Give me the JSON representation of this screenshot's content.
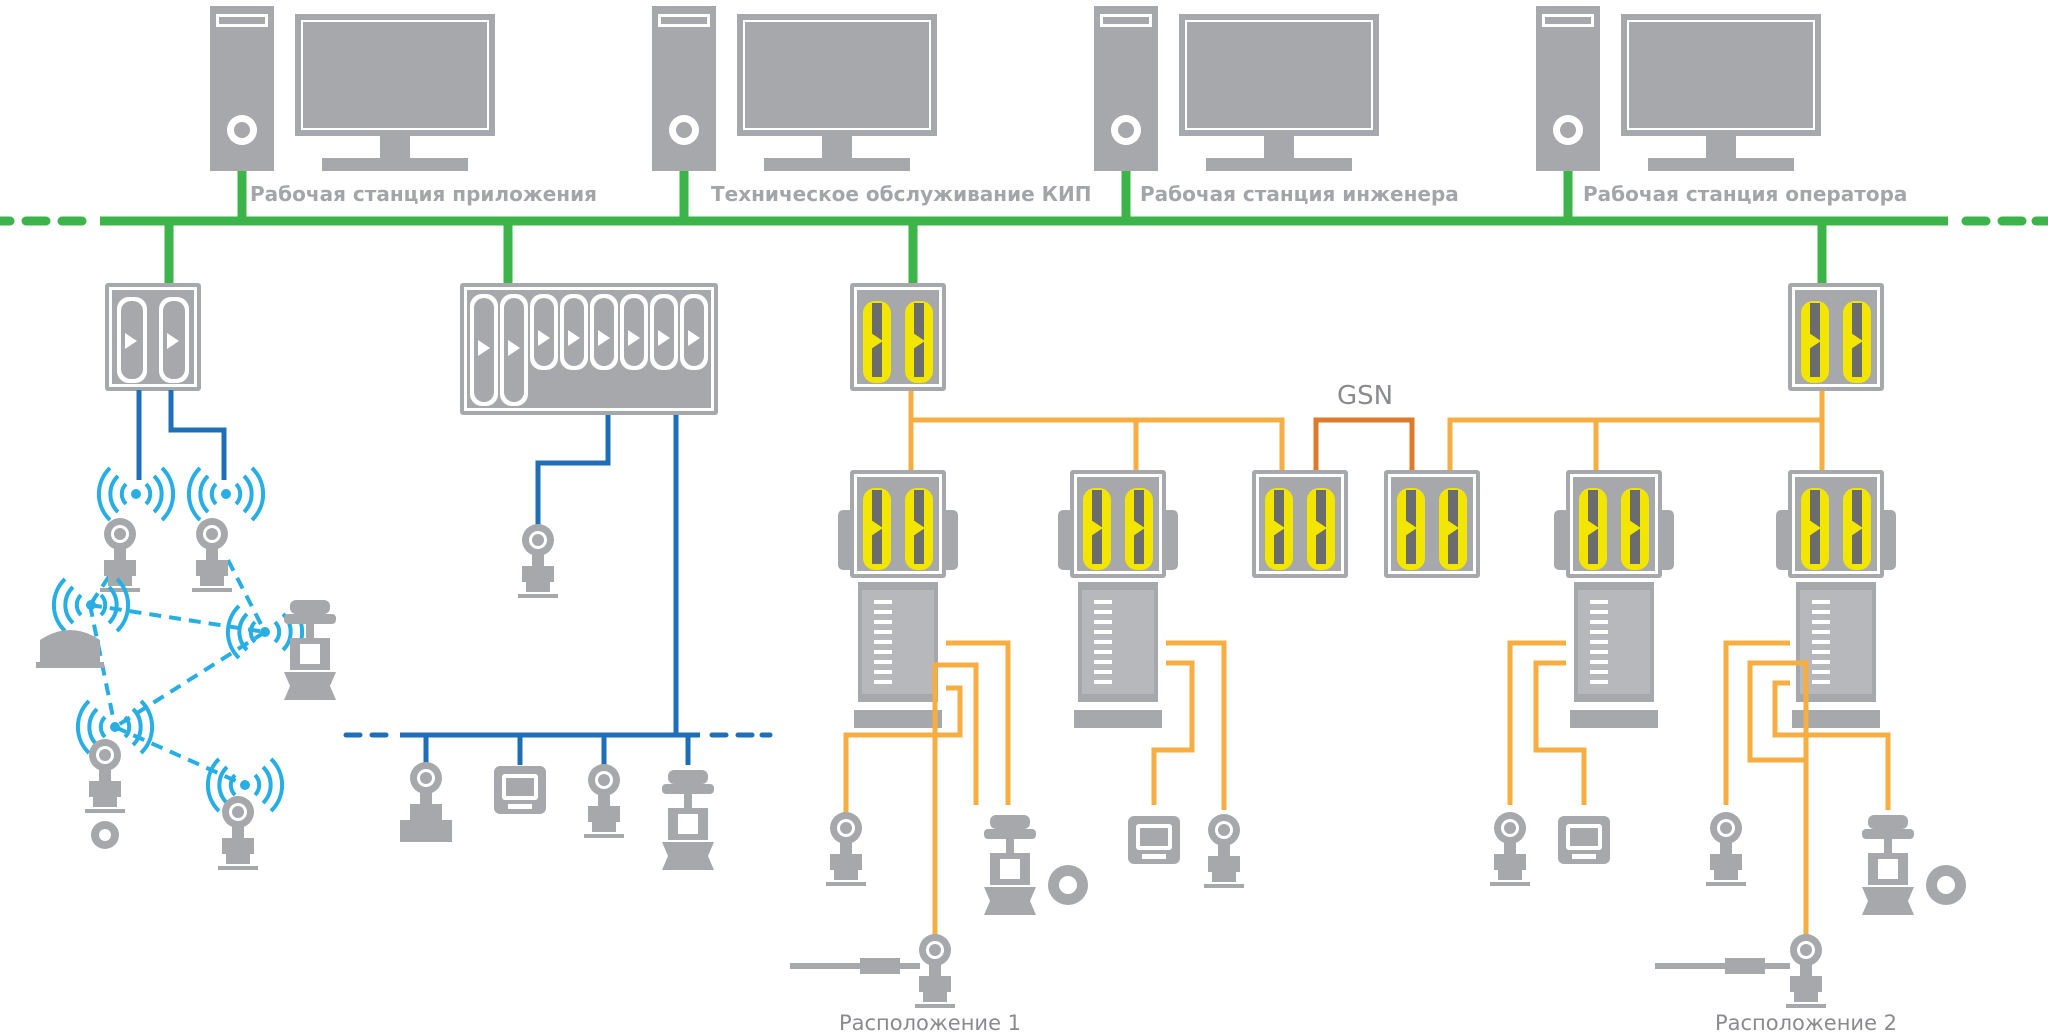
{
  "workstations": [
    {
      "label": "Рабочая станция приложения"
    },
    {
      "label": "Техническое обслуживание КИП"
    },
    {
      "label": "Рабочая станция инженера"
    },
    {
      "label": "Рабочая станция оператора"
    }
  ],
  "network": {
    "gsn_label": "GSN"
  },
  "locations": [
    {
      "label": "Расположение 1"
    },
    {
      "label": "Расположение 2"
    }
  ],
  "colors": {
    "control_network": "#3cb44a",
    "fieldbus": "#1f6fb8",
    "wireless": "#27aee4",
    "io_wiring": "#f6ae42",
    "gsn_link": "#e07a2a",
    "safety_card": "#f2e600",
    "device_gray": "#a7a8ab"
  },
  "icons": [
    "workstation-tower-icon",
    "monitor-icon",
    "controller-icon",
    "safety-controller-icon",
    "io-module-icon",
    "transmitter-icon",
    "wireless-signal-icon",
    "control-valve-icon",
    "wireless-gateway-icon",
    "display-meter-icon",
    "flowmeter-icon",
    "temperature-probe-icon"
  ]
}
